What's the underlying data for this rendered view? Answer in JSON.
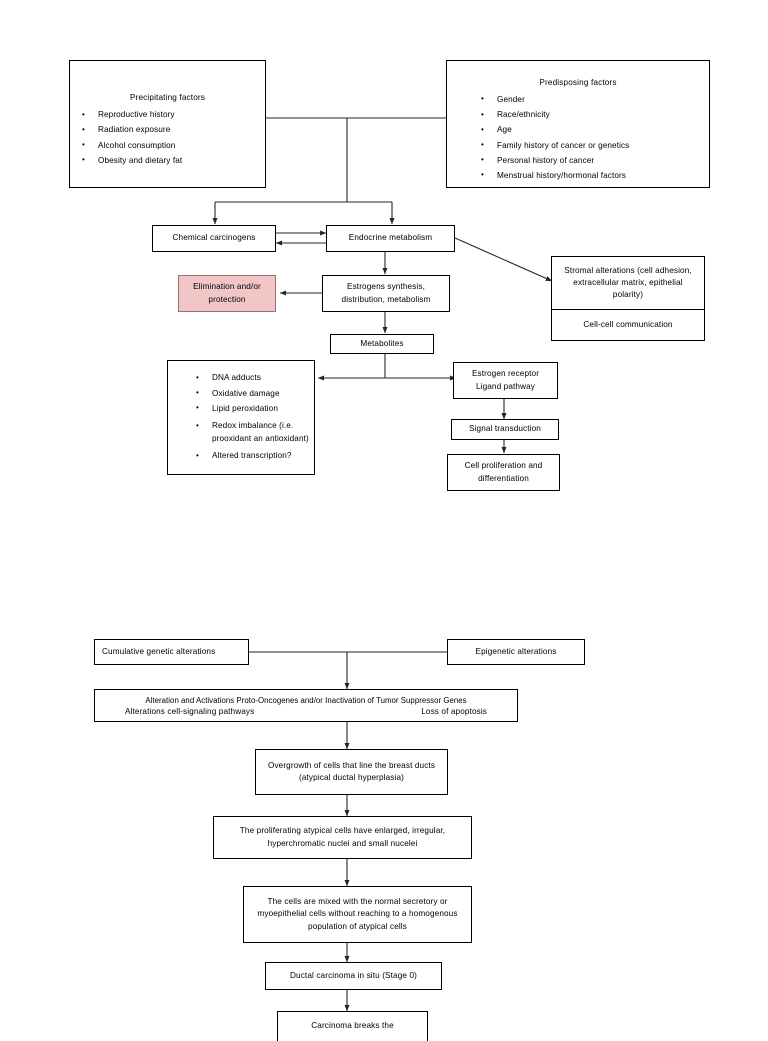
{
  "document": {
    "title": "Breast cancer pathogenesis flowchart",
    "page_background": "#ffffff",
    "line_color": "#000000",
    "highlight_color": "#f2c6c6"
  },
  "diagram1": {
    "precipitating": {
      "title": "Precipitating factors",
      "items": [
        "Reproductive history",
        "Radiation exposure",
        "Alcohol consumption",
        "Obesity and dietary fat"
      ]
    },
    "predisposing": {
      "title": "Predisposing factors",
      "items": [
        "Gender",
        "Race/ethnicity",
        "Age",
        "Family history of cancer or genetics",
        "Personal history of cancer",
        "Menstrual history/hormonal factors"
      ]
    },
    "chemical_carcinogens": "Chemical carcinogens",
    "endocrine_metabolism": "Endocrine metabolism",
    "elimination": "Elimination and/or protection",
    "estrogens_synthesis": "Estrogens synthesis, distribution, metabolism",
    "metabolites": "Metabolites",
    "stromal": {
      "top": "Stromal alterations (cell adhesion, extracellular matrix, epithelial polarity)",
      "bottom": "Cell-cell communication"
    },
    "damage": {
      "items": [
        "DNA adducts",
        "Oxidative damage",
        "Lipid peroxidation",
        "Redox imbalance (i.e. prooxidant an antioxidant)",
        "Altered transcription?"
      ]
    },
    "estrogen_receptor": "Estrogen receptor Ligand pathway",
    "signal_transduction": "Signal transduction",
    "cell_proliferation": "Cell proliferation and differentiation"
  },
  "diagram2": {
    "cumulative": "Cumulative genetic alterations",
    "epigenetic": "Epigenetic alterations",
    "alteration_line1": "Alteration and Activations Proto-Oncogenes and/or Inactivation of Tumor Suppressor Genes",
    "alteration_line2a": "Alterations cell-signaling pathways",
    "alteration_line2b": "Loss of apoptosis",
    "overgrowth": "Overgrowth of cells that line the breast ducts (atypical ductal hyperplasia)",
    "proliferating": "The proliferating atypical cells have enlarged, irregular, hyperchromatic nuclei and small nucelei",
    "mixed_cells": "The cells are mixed with the normal secretory or myoepithelial cells without reaching to a homogenous population of atypical cells",
    "dcis": "Ductal carcinoma in situ  (Stage 0)",
    "carcinoma_breaks": "Carcinoma breaks the"
  }
}
